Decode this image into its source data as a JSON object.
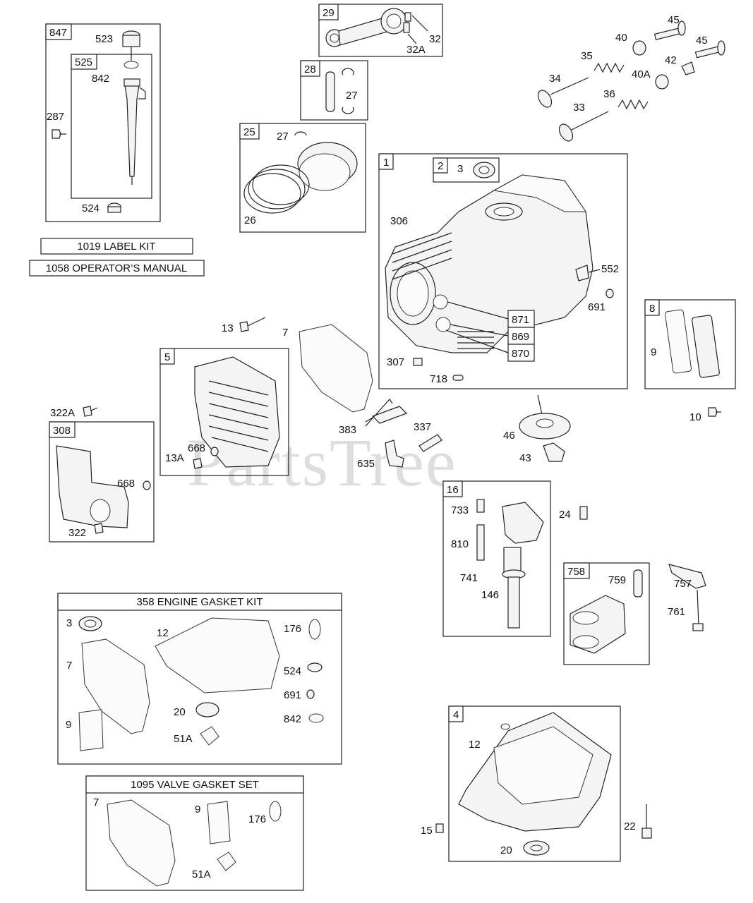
{
  "watermark": {
    "text": "PartsTree",
    "trademark": "™"
  },
  "boxes": {
    "b847": "847",
    "b525": "525",
    "b29": "29",
    "b28": "28",
    "b25": "25",
    "b1": "1",
    "b2": "2",
    "b8": "8",
    "b5": "5",
    "b308": "308",
    "b16": "16",
    "b758": "758",
    "b4": "4",
    "b871": "871",
    "b869": "869",
    "b870": "870"
  },
  "kits": {
    "label_kit": "1019 LABEL KIT",
    "operators_manual": "1058 OPERATOR’S MANUAL",
    "engine_gasket_kit": "358 ENGINE GASKET KIT",
    "valve_gasket_set": "1095 VALVE GASKET SET"
  },
  "labels": {
    "p523": "523",
    "p842": "842",
    "p287": "287",
    "p524": "524",
    "p32": "32",
    "p32a": "32A",
    "p27a": "27",
    "p27b": "27",
    "p26": "26",
    "p45a": "45",
    "p45b": "45",
    "p40": "40",
    "p35": "35",
    "p42": "42",
    "p40a": "40A",
    "p34": "34",
    "p36": "36",
    "p33": "33",
    "p3": "3",
    "p306": "306",
    "p552": "552",
    "p691": "691",
    "p307": "307",
    "p718": "718",
    "p9": "9",
    "p13": "13",
    "p7": "7",
    "p383": "383",
    "p337": "337",
    "p635": "635",
    "p668a": "668",
    "p13a": "13A",
    "p322a": "322A",
    "p668b": "668",
    "p322": "322",
    "p46": "46",
    "p43": "43",
    "p10": "10",
    "p733": "733",
    "p810": "810",
    "p741": "741",
    "p146": "146",
    "p24": "24",
    "p759": "759",
    "p757": "757",
    "p761": "761",
    "k3": "3",
    "k12": "12",
    "k176": "176",
    "k7": "7",
    "k524": "524",
    "k691": "691",
    "k20": "20",
    "k842": "842",
    "k9": "9",
    "k51a": "51A",
    "v7": "7",
    "v9": "9",
    "v176": "176",
    "v51a": "51A",
    "p12": "12",
    "p15": "15",
    "p22": "22",
    "p20": "20"
  }
}
